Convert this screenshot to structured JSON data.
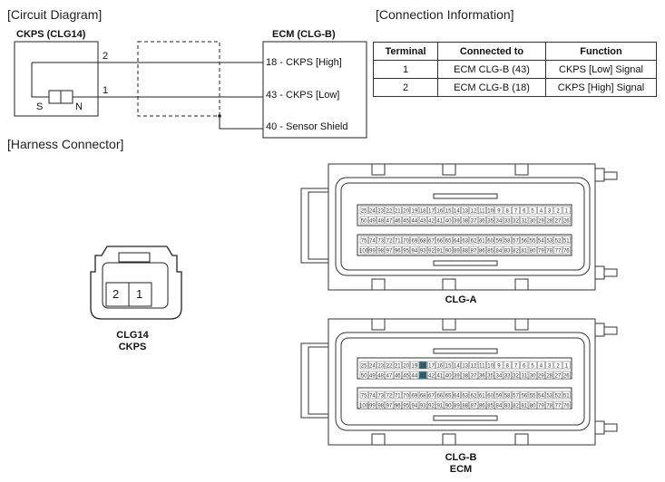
{
  "sections": {
    "circuit": "[Circuit Diagram]",
    "connection": "[Connection Information]",
    "harness": "[Harness Connector]"
  },
  "circuit": {
    "sensor_title": "CKPS (CLG14)",
    "ecm_title": "ECM (CLG-B)",
    "wire_top": "2",
    "wire_bottom": "1",
    "pole_s": "S",
    "pole_n": "N",
    "ecm_pins": [
      "18 - CKPS [High]",
      "43 - CKPS [Low]",
      "40 - Sensor Shield"
    ]
  },
  "connection_table": {
    "headers": [
      "Terminal",
      "Connected to",
      "Function"
    ],
    "rows": [
      [
        "1",
        "ECM CLG-B (43)",
        "CKPS [Low] Signal"
      ],
      [
        "2",
        "ECM CLG-B (18)",
        "CKPS [High] Signal"
      ]
    ]
  },
  "harness": {
    "clg14_pins": [
      "2",
      "1"
    ],
    "clg14_label1": "CLG14",
    "clg14_label2": "CKPS",
    "clga_label": "CLG-A",
    "clgb_label1": "CLG-B",
    "clgb_label2": "ECM",
    "pin_rows": {
      "row1": [
        "25",
        "24",
        "23",
        "22",
        "21",
        "20",
        "19",
        "18",
        "17",
        "16",
        "15",
        "14",
        "13",
        "12",
        "11",
        "10",
        "9",
        "8",
        "7",
        "6",
        "5",
        "4",
        "3",
        "2",
        "1"
      ],
      "row2": [
        "50",
        "49",
        "48",
        "47",
        "46",
        "45",
        "44",
        "43",
        "42",
        "41",
        "40",
        "39",
        "38",
        "37",
        "36",
        "35",
        "34",
        "33",
        "32",
        "31",
        "30",
        "29",
        "28",
        "27",
        "26"
      ],
      "row3": [
        "75",
        "74",
        "73",
        "72",
        "71",
        "70",
        "69",
        "68",
        "67",
        "66",
        "65",
        "64",
        "63",
        "62",
        "61",
        "60",
        "59",
        "58",
        "57",
        "56",
        "55",
        "54",
        "53",
        "52",
        "51"
      ],
      "row4": [
        "100",
        "99",
        "98",
        "97",
        "96",
        "95",
        "94",
        "93",
        "92",
        "91",
        "90",
        "89",
        "88",
        "87",
        "86",
        "85",
        "84",
        "83",
        "82",
        "81",
        "80",
        "79",
        "78",
        "77",
        "76"
      ]
    }
  }
}
